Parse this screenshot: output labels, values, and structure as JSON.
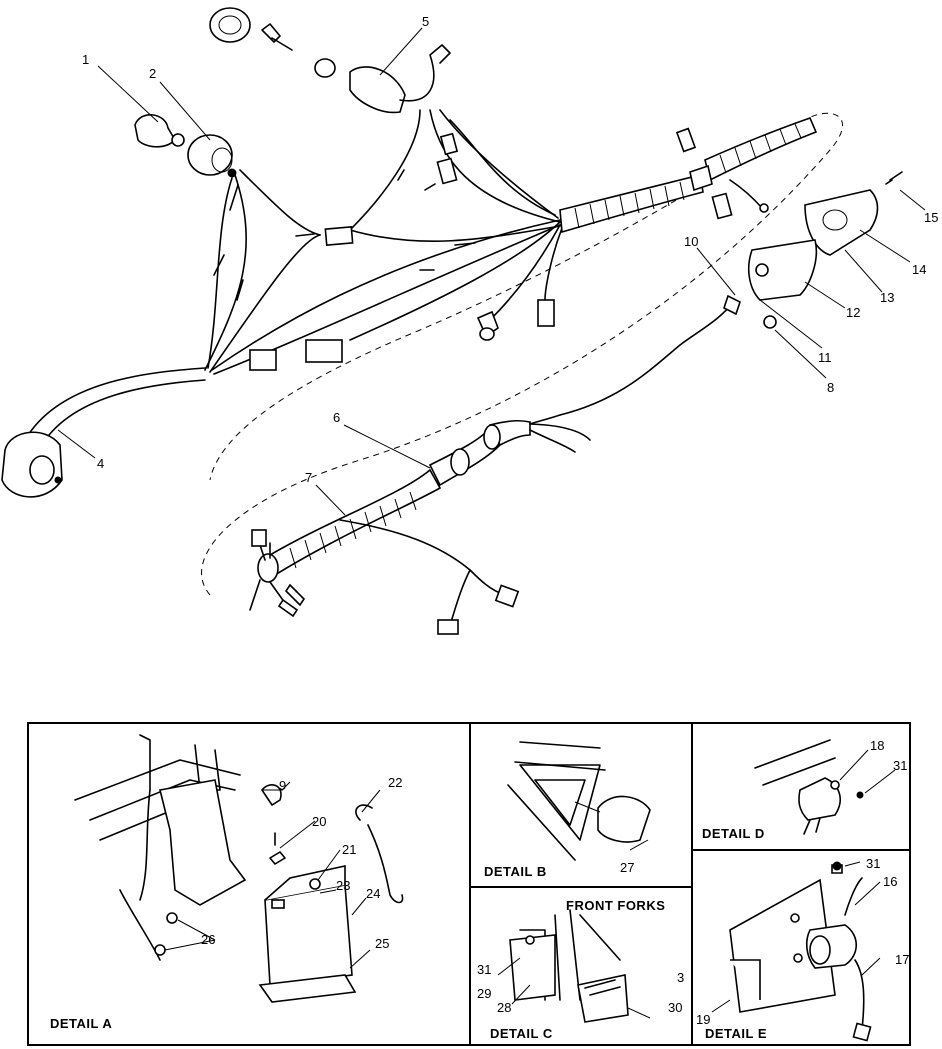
{
  "callouts": [
    "1",
    "2",
    "3",
    "4",
    "5",
    "6",
    "7",
    "8",
    "9",
    "10",
    "11",
    "12",
    "13",
    "14",
    "15",
    "16",
    "17",
    "18",
    "19",
    "20",
    "21",
    "22",
    "23",
    "24",
    "25",
    "26",
    "27",
    "28",
    "29",
    "30",
    "31"
  ],
  "details": {
    "a": "DETAIL A",
    "b": "DETAIL B",
    "c": "DETAIL C",
    "d": "DETAIL D",
    "e": "DETAIL E"
  },
  "front_forks": "FRONT FORKS"
}
